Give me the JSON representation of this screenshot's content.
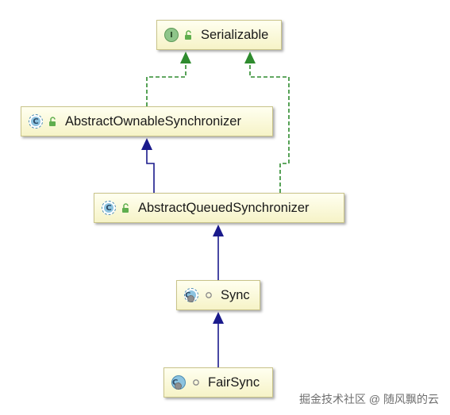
{
  "diagram": {
    "nodes": [
      {
        "id": "serializable",
        "kind": "interface",
        "badge_letter": "I",
        "visibility": "public",
        "label": "Serializable"
      },
      {
        "id": "aos",
        "kind": "abstract-class",
        "badge_letter": "C",
        "visibility": "public",
        "label": "AbstractOwnableSynchronizer"
      },
      {
        "id": "aqs",
        "kind": "abstract-class",
        "badge_letter": "C",
        "visibility": "public",
        "label": "AbstractQueuedSynchronizer"
      },
      {
        "id": "sync",
        "kind": "abstract-class",
        "badge_letter": "C",
        "visibility": "package-private",
        "label": "Sync"
      },
      {
        "id": "fairsync",
        "kind": "class",
        "badge_letter": "C",
        "visibility": "package-private",
        "label": "FairSync"
      }
    ],
    "edges": [
      {
        "from": "aos",
        "to": "serializable",
        "type": "implements"
      },
      {
        "from": "aqs",
        "to": "serializable",
        "type": "implements"
      },
      {
        "from": "aqs",
        "to": "aos",
        "type": "extends"
      },
      {
        "from": "sync",
        "to": "aqs",
        "type": "extends"
      },
      {
        "from": "fairsync",
        "to": "sync",
        "type": "extends"
      }
    ],
    "colors": {
      "implements_edge": "#2e8b2e",
      "extends_edge": "#1a1a8c",
      "node_fill": "#f8f6cf"
    }
  },
  "watermark": "掘金技术社区 @ 随风飘的云"
}
